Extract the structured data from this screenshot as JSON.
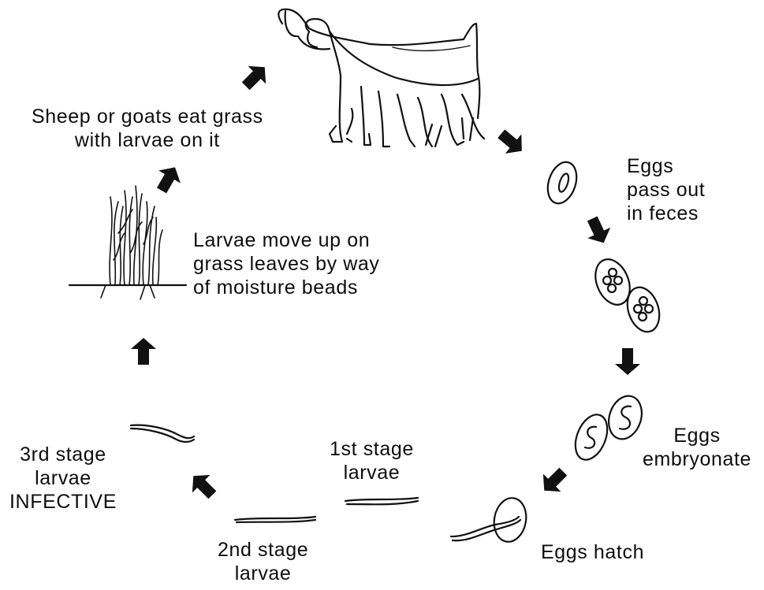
{
  "labels": {
    "eat_grass": [
      "Sheep or goats eat grass",
      "with larvae on it"
    ],
    "eggs_pass": [
      "Eggs",
      "pass out",
      "in feces"
    ],
    "larvae_move": [
      "Larvae move up on",
      "grass leaves by way",
      "of moisture beads"
    ],
    "eggs_embryonate": [
      "Eggs",
      "embryonate"
    ],
    "eggs_hatch": "Eggs hatch",
    "stage1": [
      "1st stage",
      "larvae"
    ],
    "stage2": [
      "2nd stage",
      "larvae"
    ],
    "stage3": [
      "3rd stage",
      "larvae",
      "INFECTIVE"
    ]
  },
  "colors": {
    "ink": "#111111",
    "background": "#ffffff"
  }
}
